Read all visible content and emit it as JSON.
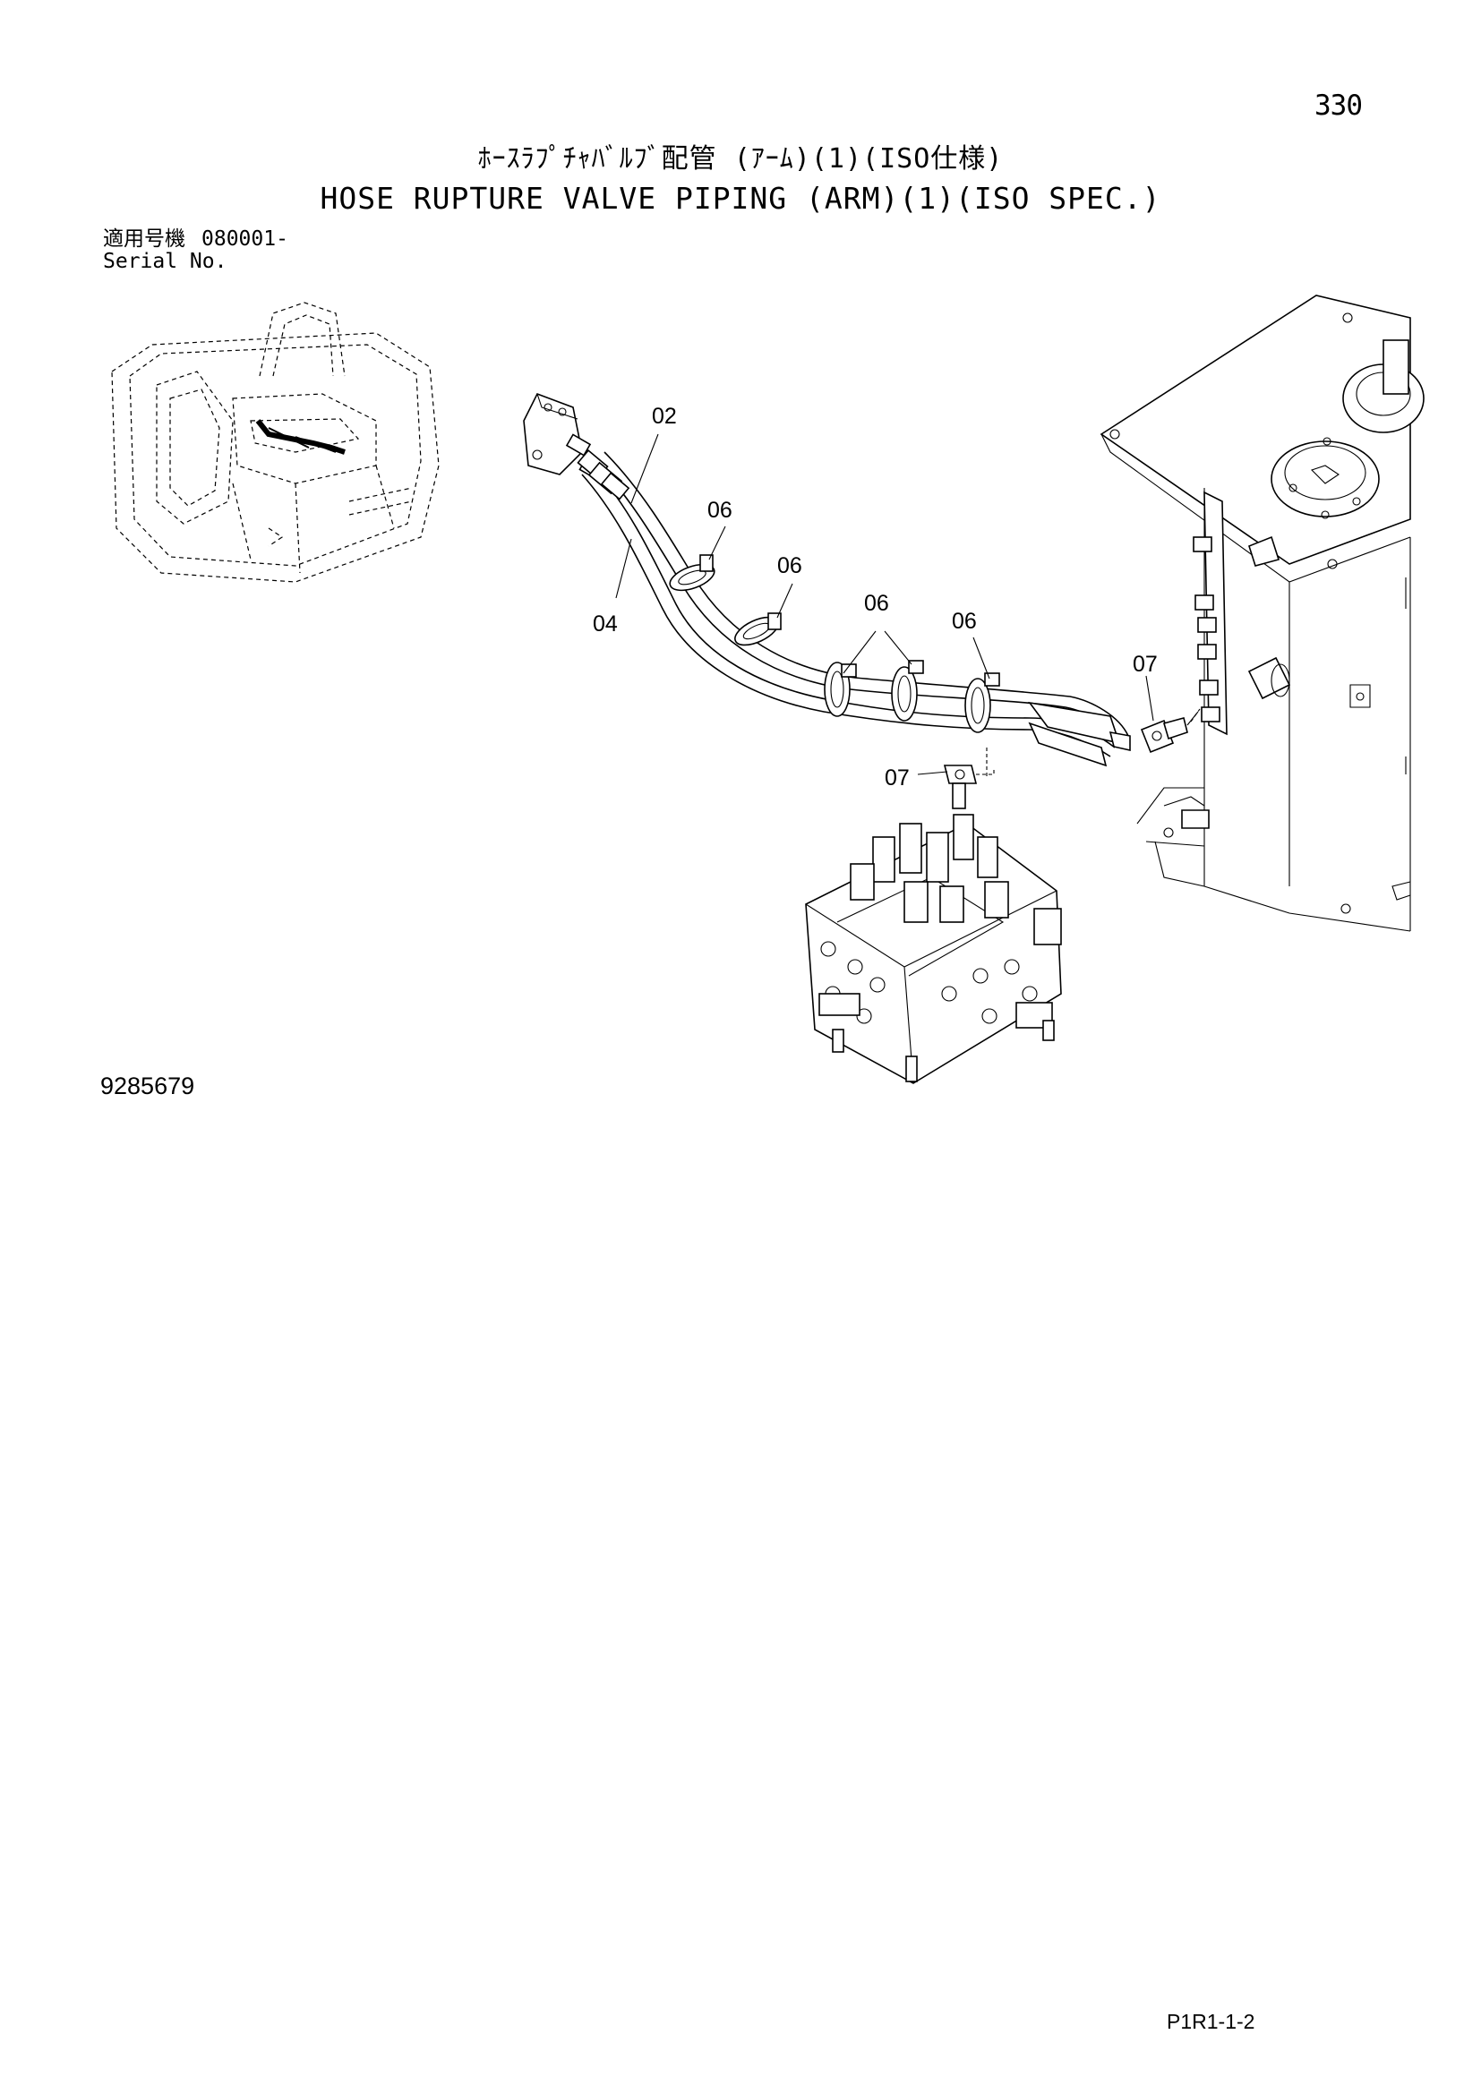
{
  "header": {
    "page_number": "330",
    "title_jp": "ﾎｰｽﾗﾌﾟﾁｬﾊﾞﾙﾌﾞ配管 (ｱｰﾑ)(1)(ISO仕様)",
    "title_en": "HOSE RUPTURE VALVE PIPING (ARM)(1)(ISO SPEC.)"
  },
  "serial": {
    "label_jp": "適用号機",
    "value": "080001-",
    "label_en": "Serial No."
  },
  "callouts": {
    "c02": "02",
    "c04": "04",
    "c06a": "06",
    "c06b": "06",
    "c06c": "06",
    "c06d": "06",
    "c07a": "07",
    "c07b": "07"
  },
  "footer": {
    "drawing_number": "9285679",
    "page_code": "P1R1-1-2"
  }
}
